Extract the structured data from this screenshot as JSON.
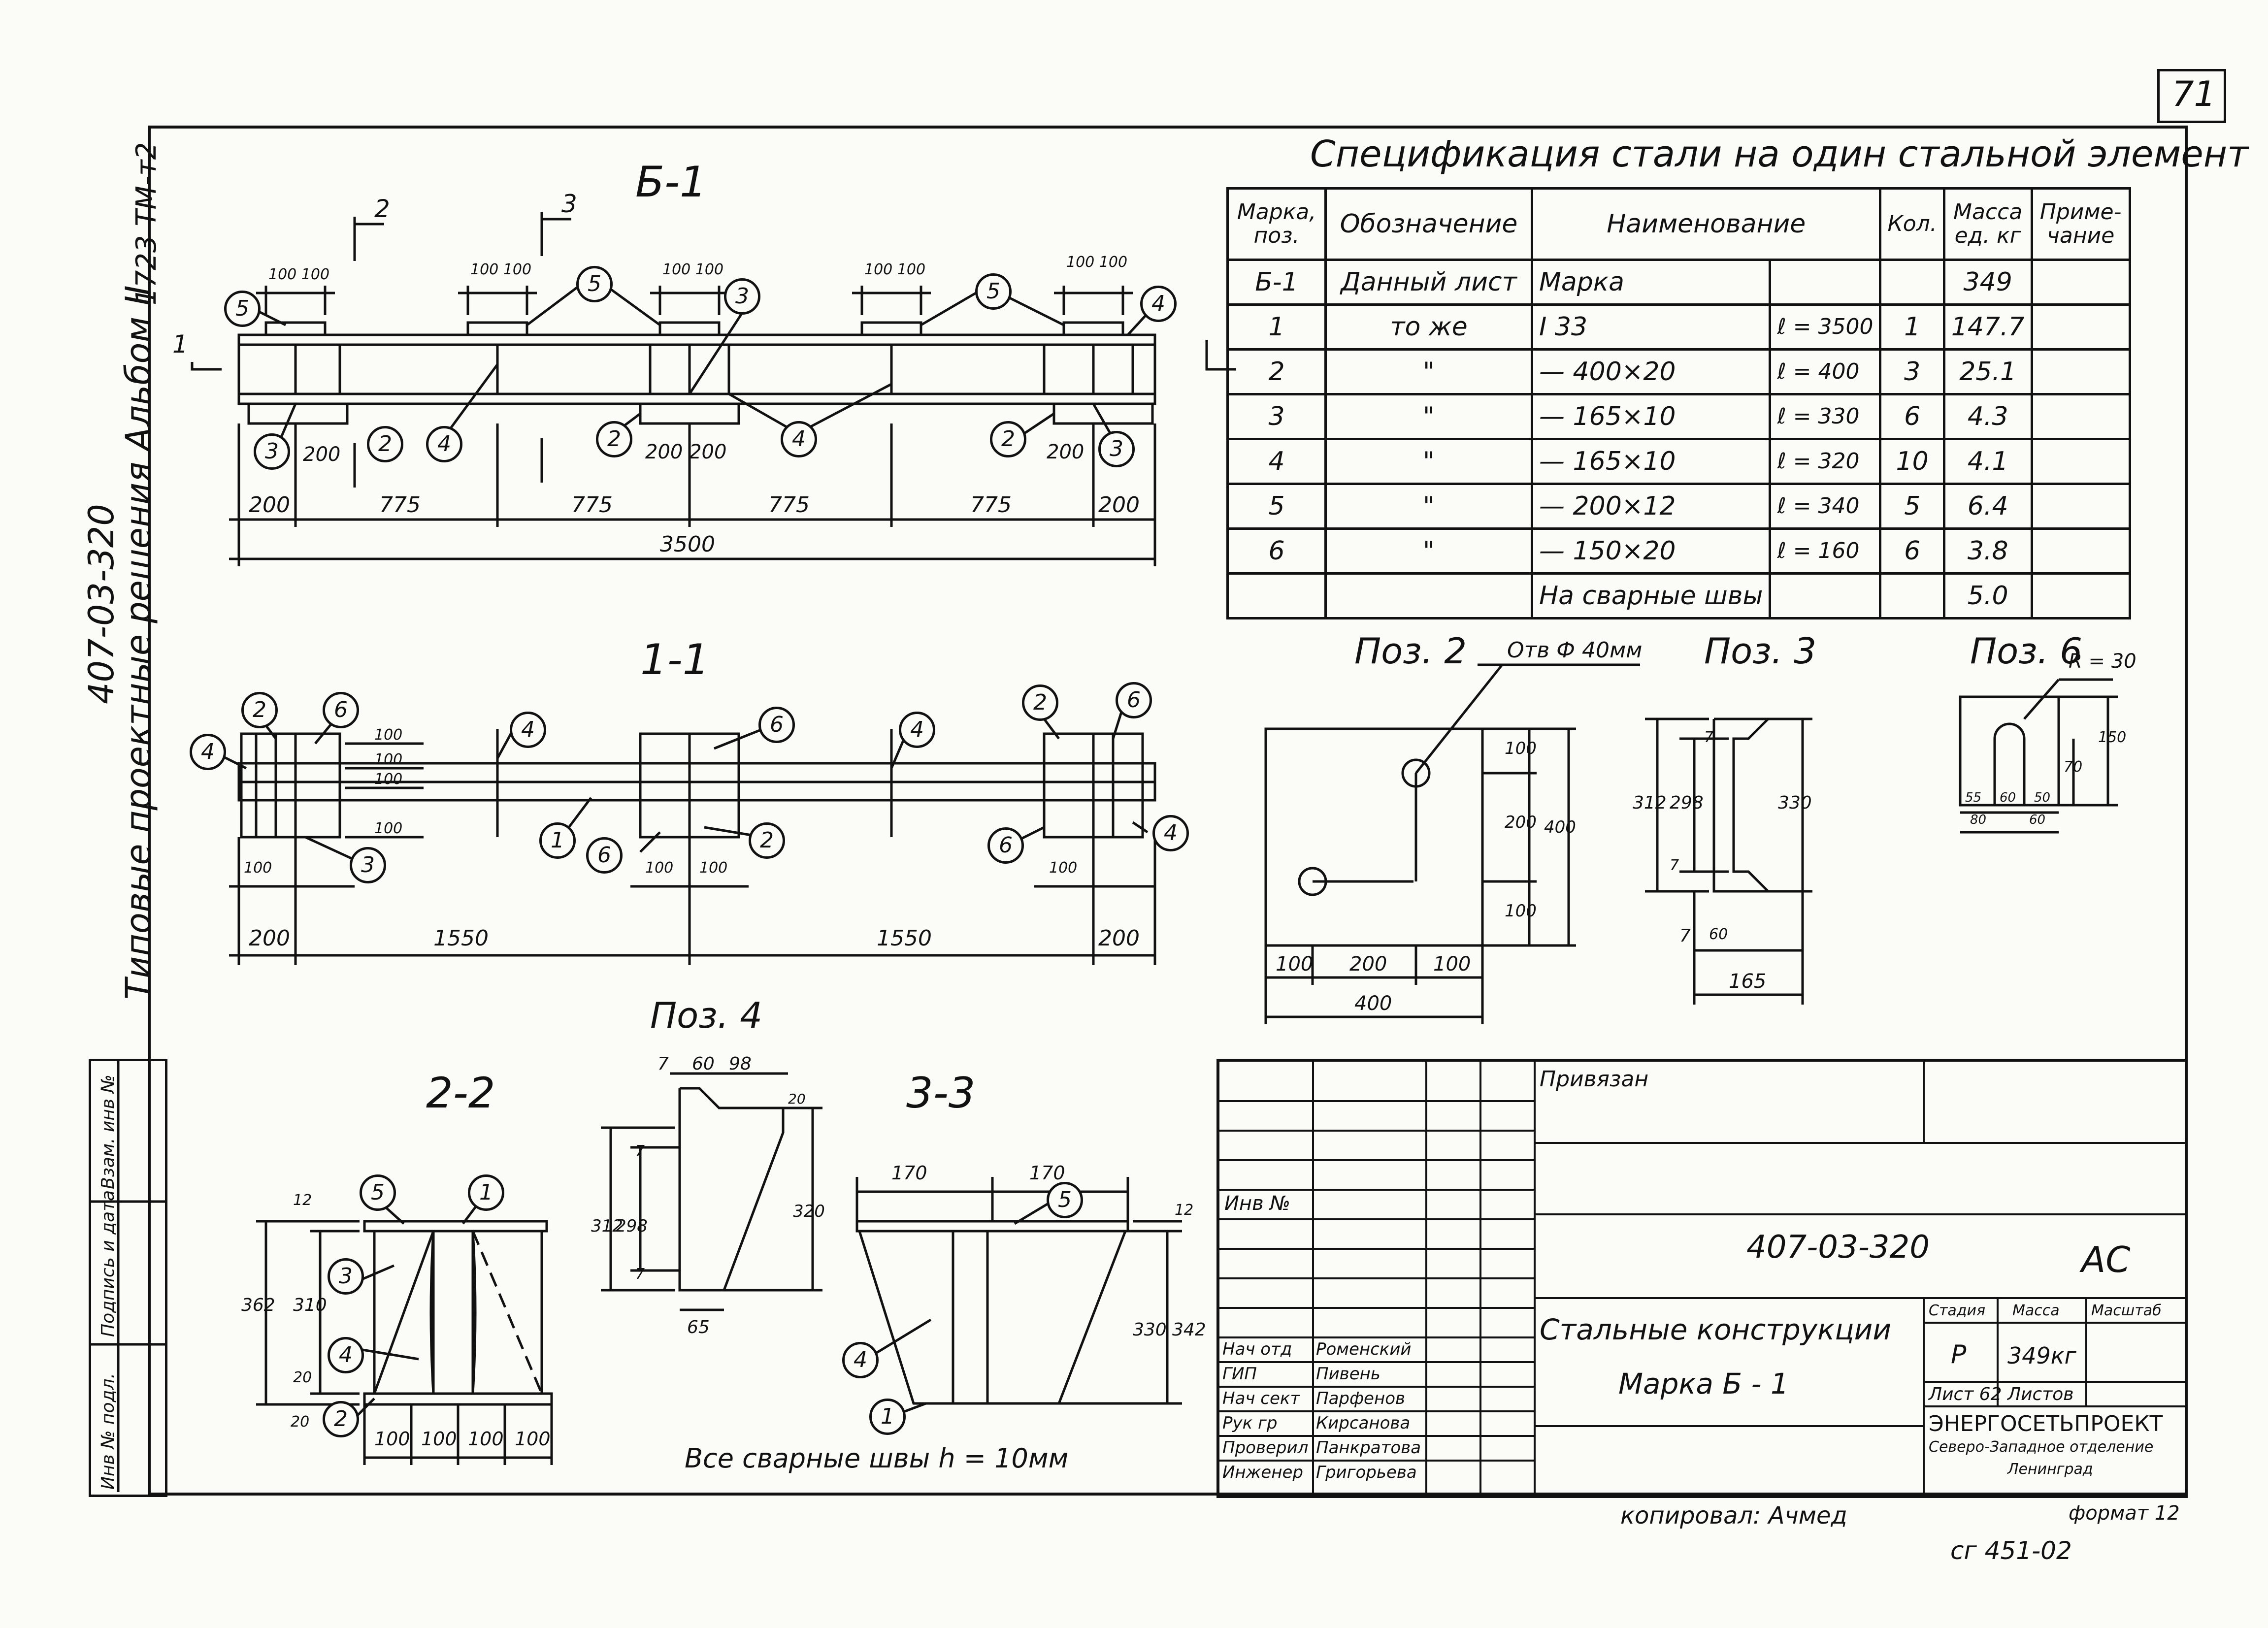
{
  "sheet": {
    "number": "71",
    "album_code": "1723 ТМ-т2",
    "album_title": "Типовые проектные решения   Альбом II",
    "project_code_side": "407-03-320"
  },
  "views": {
    "b1_title": "Б-1",
    "section_11_title": "1-1",
    "section_22_title": "2-2",
    "section_33_title": "3-3",
    "poz2_title": "Поз. 2",
    "poz3_title": "Поз. 3",
    "poz4_title": "Поз. 4",
    "poz6_title": "Поз. 6",
    "weld_note": "Все сварные швы h = 10мм",
    "hole_note": "Отв Ф 40мм",
    "radius_note": "R = 30"
  },
  "b1_dims": {
    "spans": [
      "200",
      "775",
      "775",
      "775",
      "775",
      "200"
    ],
    "total": "3500",
    "top_pairs": [
      "100 100",
      "100 100",
      "100 100",
      "100 100",
      "100 100"
    ],
    "bottom_pairs": [
      "200",
      "200 200",
      "200"
    ],
    "cut_marks": [
      "2",
      "3",
      "1"
    ]
  },
  "s11_dims": {
    "spans": [
      "200",
      "1550",
      "1550",
      "200"
    ],
    "stiffeners": [
      "100",
      "100",
      "100",
      "100"
    ],
    "side": [
      "100",
      "100",
      "100",
      "100"
    ]
  },
  "callouts": [
    "1",
    "2",
    "3",
    "4",
    "5",
    "6"
  ],
  "poz2_dims": {
    "w": [
      "100",
      "200",
      "100"
    ],
    "total": "400",
    "h": [
      "100",
      "200",
      "100"
    ],
    "htotal": "400"
  },
  "poz3_dims": {
    "h": [
      "312",
      "298",
      "330"
    ],
    "small": [
      "7",
      "7",
      "7",
      "60"
    ],
    "w": "165"
  },
  "poz4_dims": {
    "top": [
      "7",
      "60",
      "98"
    ],
    "h": [
      "312",
      "298",
      "320"
    ],
    "small": [
      "20",
      "7",
      "7"
    ],
    "bottom": "65"
  },
  "poz6_dims": {
    "w": [
      "55",
      "60",
      "50",
      "80",
      "60"
    ],
    "h": [
      "70",
      "150"
    ]
  },
  "s22_dims": {
    "h": [
      "362",
      "310",
      "20",
      "20",
      "12"
    ],
    "w": [
      "100",
      "100",
      "100",
      "100"
    ]
  },
  "s33_dims": {
    "w": [
      "170",
      "170"
    ],
    "h": [
      "330",
      "342",
      "12"
    ]
  },
  "spec": {
    "title": "Спецификация стали на один стальной элемент",
    "headers": [
      "Марка, поз.",
      "Обозначение",
      "Наименование",
      "Кол.",
      "Масса ед. кг",
      "Приме- чание"
    ],
    "rows": [
      [
        "Б-1",
        "Данный лист",
        "Марка",
        "",
        "",
        "349",
        ""
      ],
      [
        "1",
        "то же",
        "I 33",
        "ℓ = 3500",
        "1",
        "147.7",
        ""
      ],
      [
        "2",
        "\"",
        "— 400×20",
        "ℓ = 400",
        "3",
        "25.1",
        ""
      ],
      [
        "3",
        "\"",
        "— 165×10",
        "ℓ = 330",
        "6",
        "4.3",
        ""
      ],
      [
        "4",
        "\"",
        "— 165×10",
        "ℓ = 320",
        "10",
        "4.1",
        ""
      ],
      [
        "5",
        "\"",
        "— 200×12",
        "ℓ = 340",
        "5",
        "6.4",
        ""
      ],
      [
        "6",
        "\"",
        "— 150×20",
        "ℓ = 160",
        "6",
        "3.8",
        ""
      ],
      [
        "",
        "",
        "На сварные швы",
        "",
        "",
        "5.0",
        ""
      ]
    ]
  },
  "title_block": {
    "privyazan": "Привязан",
    "inv": "Инв №",
    "code": "407-03-320",
    "suffix": "АС",
    "subject_line1": "Стальные конструкции",
    "subject_line2": "Марка   Б - 1",
    "stage_h": "Стадия",
    "mass_h": "Масса",
    "scale_h": "Масштаб",
    "stage": "Р",
    "mass": "349кг",
    "sheet": "Лист 62",
    "sheets": "Листов",
    "org1": "ЭНЕРГОСЕТЬПРОЕКТ",
    "org2": "Северо-Западное отделение",
    "org3": "Ленинград",
    "staff": [
      [
        "Нач отд",
        "Роменский"
      ],
      [
        "ГИП",
        "Пивень"
      ],
      [
        "Нач сект",
        "Парфенов"
      ],
      [
        "Рук гр",
        "Кирсанова"
      ],
      [
        "Проверил",
        "Панкратова"
      ],
      [
        "Инженер",
        "Григорьева"
      ]
    ]
  },
  "left_column": [
    "Инв № подл.",
    "Подпись и дата",
    "Взам. инв №"
  ],
  "footer": {
    "copied": "копировал: Ачмед",
    "format": "формат 12",
    "code": "сг 451-02"
  }
}
